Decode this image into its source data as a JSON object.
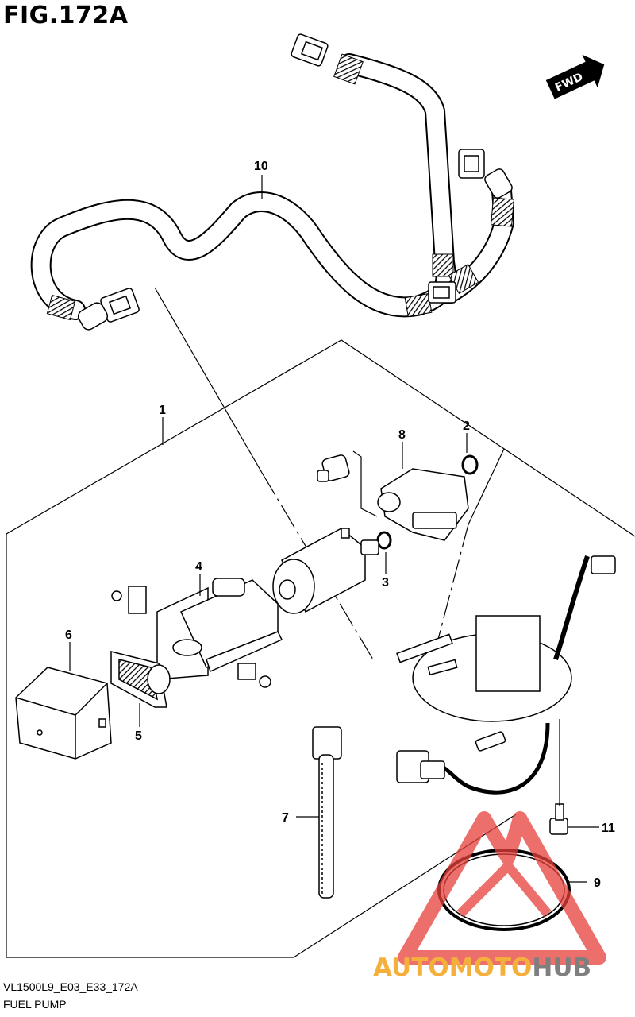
{
  "figure": {
    "title": "FIG.172A",
    "model_code": "VL1500L9_E03_E33_172A",
    "name": "FUEL PUMP",
    "direction_badge": "FWD"
  },
  "callouts": [
    "1",
    "2",
    "3",
    "4",
    "5",
    "6",
    "7",
    "8",
    "9",
    "10",
    "11"
  ],
  "watermark": {
    "text_part1": "AUTOMOTO",
    "text_part2": "HUB",
    "color_part1": "#f5b03c",
    "color_part2": "#7f7f7f",
    "logo_color": "#e8403c"
  },
  "icons": [
    "fuel-hose-assembly",
    "fuel-pump-assembly",
    "fwd-arrow-icon",
    "automotohub-logo"
  ]
}
